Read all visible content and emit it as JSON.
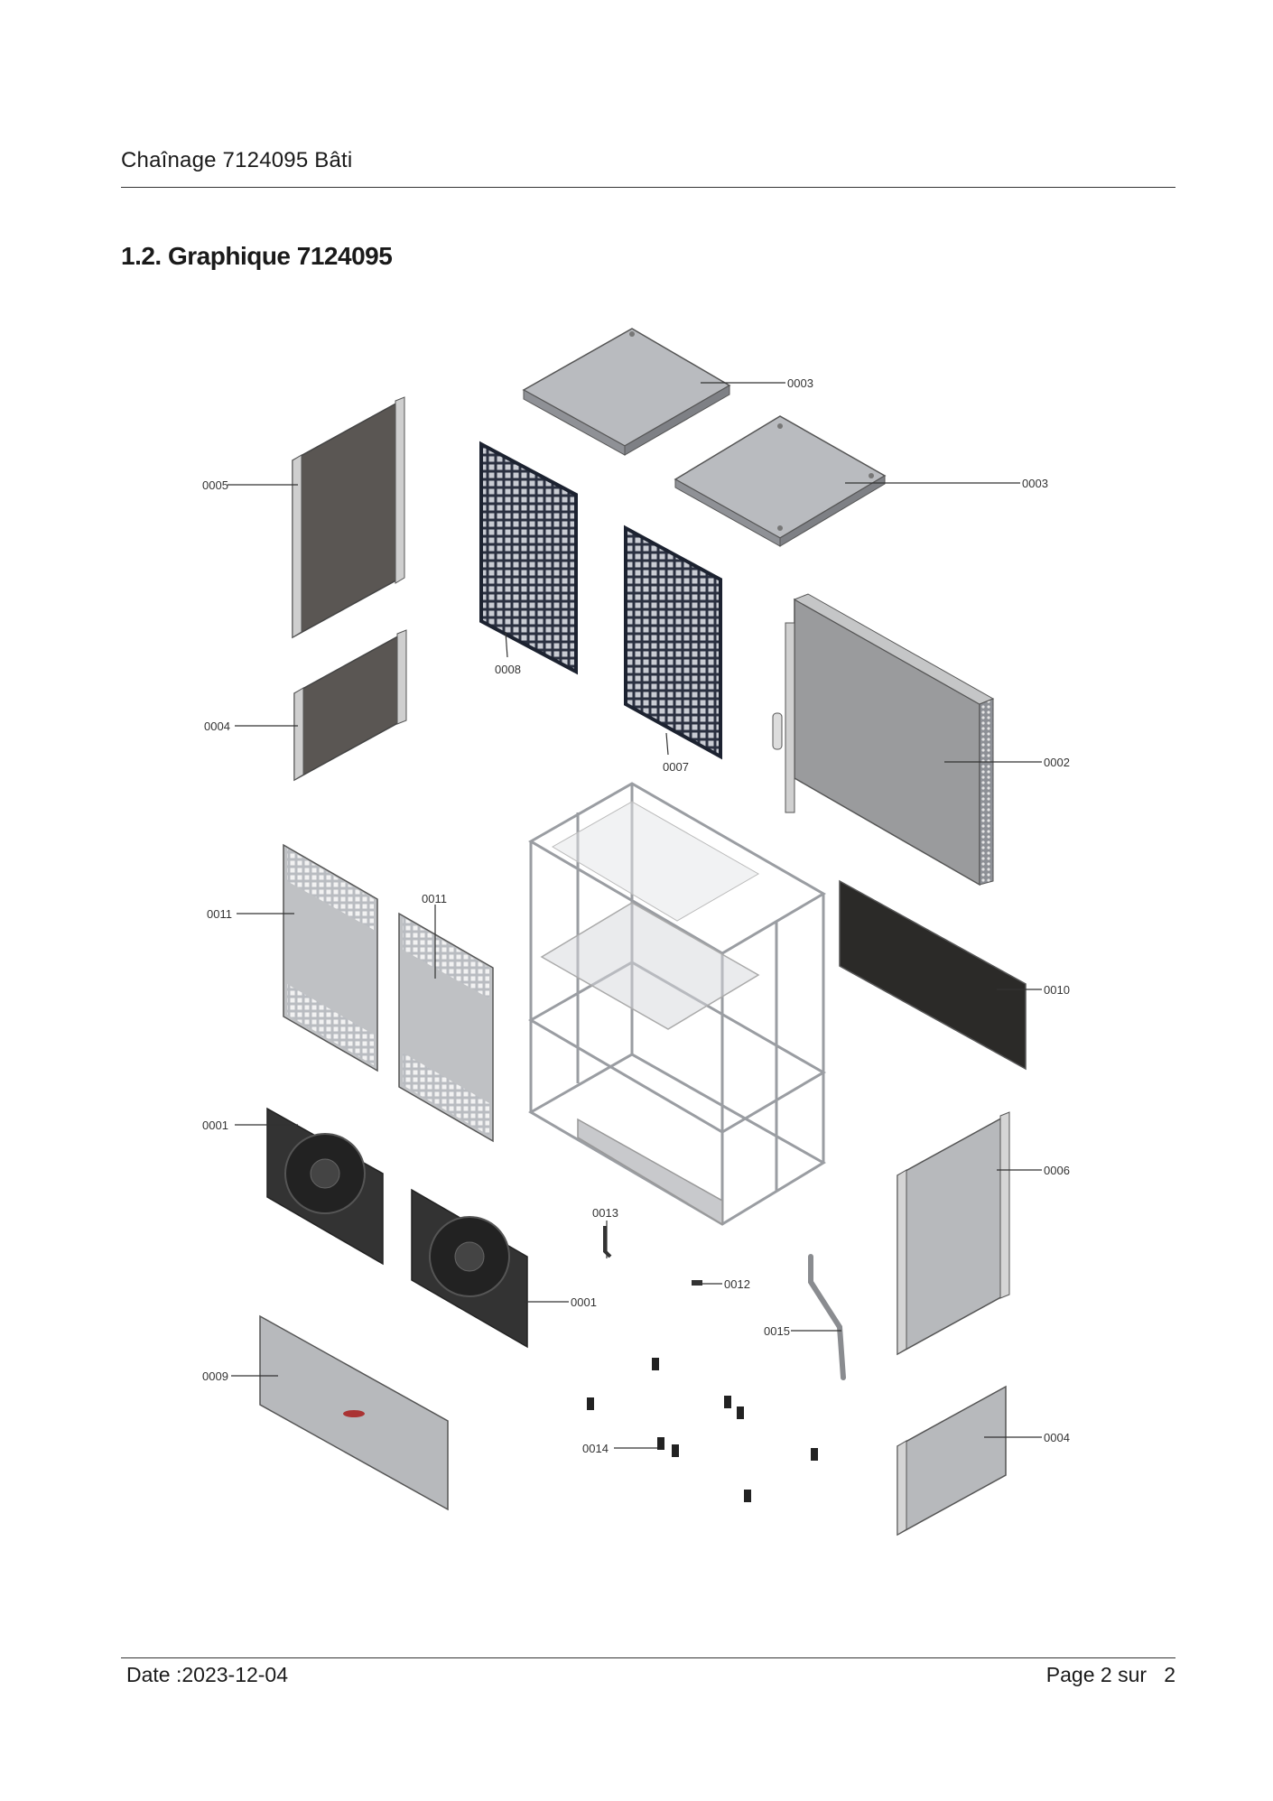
{
  "header": {
    "title": "Chaînage 7124095 Bâti"
  },
  "section": {
    "title": "1.2. Graphique 7124095"
  },
  "callouts": {
    "c0003a": "0003",
    "c0003b": "0003",
    "c0005": "0005",
    "c0008": "0008",
    "c0007": "0007",
    "c0004a": "0004",
    "c0002": "0002",
    "c0011a": "0011",
    "c0011b": "0011",
    "c0010": "0010",
    "c0001a": "0001",
    "c0001b": "0001",
    "c0006": "0006",
    "c0013": "0013",
    "c0012": "0012",
    "c0015": "0015",
    "c0009": "0009",
    "c0014": "0014",
    "c0004b": "0004"
  },
  "footer": {
    "date": "Date :2023-12-04",
    "page_label": "Page 2 sur",
    "page_total": "2"
  }
}
